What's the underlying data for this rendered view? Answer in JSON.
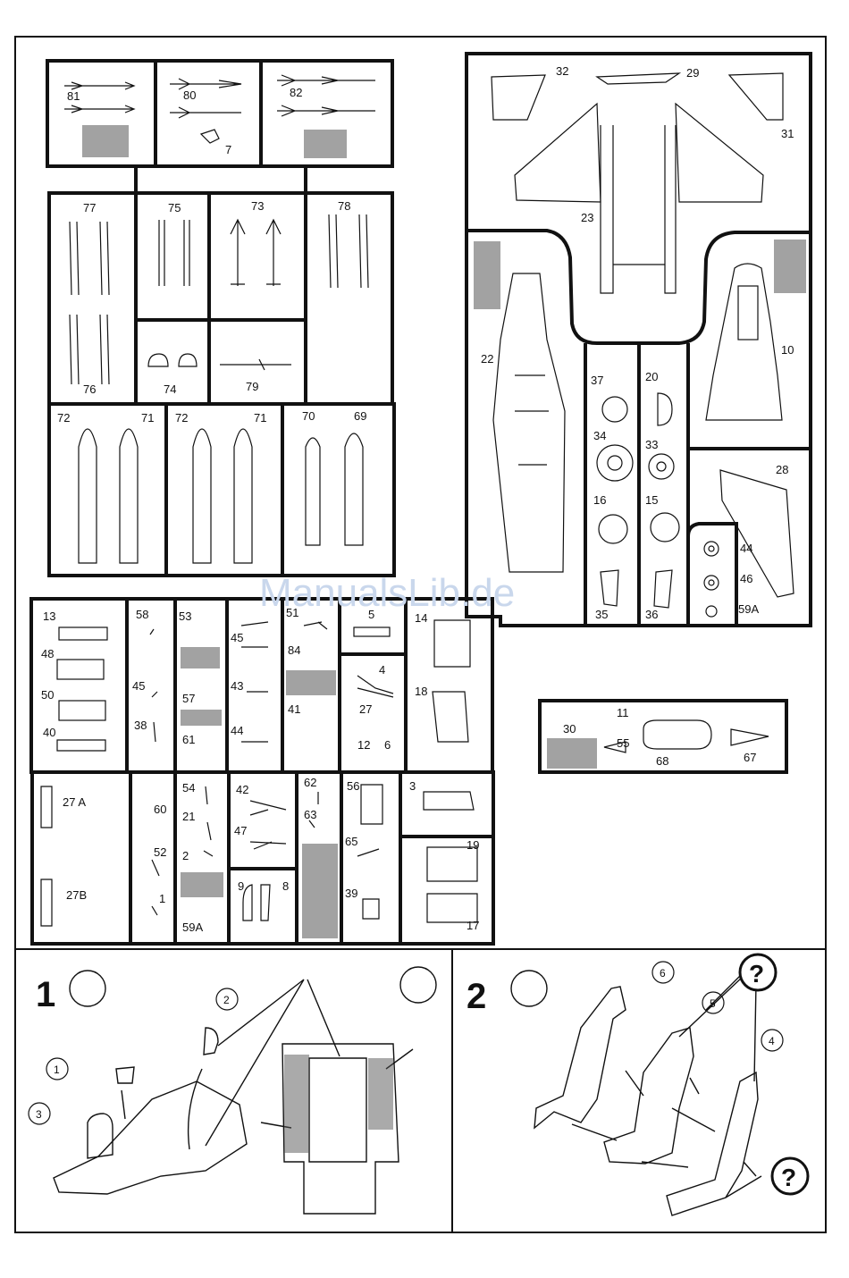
{
  "watermark": "ManualsLib.de",
  "frames": [
    {
      "id": "f31",
      "labels": [
        "81"
      ]
    },
    {
      "id": "f80",
      "labels": [
        "80",
        "7"
      ]
    },
    {
      "id": "f82",
      "labels": [
        "82"
      ]
    },
    {
      "id": "f77",
      "labels": [
        "77",
        "76"
      ]
    },
    {
      "id": "f75",
      "labels": [
        "75"
      ]
    },
    {
      "id": "f73",
      "labels": [
        "73"
      ]
    },
    {
      "id": "f78",
      "labels": [
        "78"
      ]
    },
    {
      "id": "f74",
      "labels": [
        "74"
      ]
    },
    {
      "id": "f79",
      "labels": [
        "79"
      ]
    },
    {
      "id": "f72a",
      "labels": [
        "72",
        "71"
      ]
    },
    {
      "id": "f72b",
      "labels": [
        "72",
        "71"
      ]
    },
    {
      "id": "f70",
      "labels": [
        "70",
        "69"
      ]
    },
    {
      "id": "fbig",
      "labels": [
        "32",
        "29",
        "31",
        "23",
        "22",
        "10"
      ]
    },
    {
      "id": "f37",
      "labels": [
        "37",
        "34",
        "16",
        "35"
      ]
    },
    {
      "id": "f20",
      "labels": [
        "20",
        "33",
        "15",
        "36"
      ]
    },
    {
      "id": "f28",
      "labels": [
        "28"
      ]
    },
    {
      "id": "f44",
      "labels": [
        "44",
        "46",
        "59A"
      ]
    },
    {
      "id": "f30",
      "labels": [
        "30",
        "11",
        "55",
        "68",
        "67"
      ]
    },
    {
      "id": "f13",
      "labels": [
        "13",
        "48",
        "50",
        "40"
      ]
    },
    {
      "id": "f58",
      "labels": [
        "58",
        "45",
        "38"
      ]
    },
    {
      "id": "f53",
      "labels": [
        "53",
        "57",
        "61"
      ]
    },
    {
      "id": "f45",
      "labels": [
        "45",
        "43",
        "44"
      ]
    },
    {
      "id": "f51",
      "labels": [
        "51",
        "84",
        "41"
      ]
    },
    {
      "id": "f5",
      "labels": [
        "5"
      ]
    },
    {
      "id": "f4",
      "labels": [
        "4",
        "27",
        "12",
        "6"
      ]
    },
    {
      "id": "f14",
      "labels": [
        "14",
        "18"
      ]
    },
    {
      "id": "f27",
      "labels": [
        "27 A",
        "27B"
      ]
    },
    {
      "id": "f60",
      "labels": [
        "60",
        "52",
        "1"
      ]
    },
    {
      "id": "f54",
      "labels": [
        "54",
        "21",
        "2"
      ]
    },
    {
      "id": "f59a",
      "labels": [
        "59A"
      ]
    },
    {
      "id": "f42",
      "labels": [
        "42",
        "47"
      ]
    },
    {
      "id": "f9",
      "labels": [
        "9",
        "8"
      ]
    },
    {
      "id": "f62",
      "labels": [
        "62",
        "63"
      ]
    },
    {
      "id": "f56",
      "labels": [
        "56",
        "65",
        "39"
      ]
    },
    {
      "id": "f3",
      "labels": [
        "3"
      ]
    },
    {
      "id": "f19",
      "labels": [
        "19",
        "17"
      ]
    }
  ],
  "steps": [
    {
      "number": "1",
      "callouts": [
        "1",
        "2",
        "3"
      ]
    },
    {
      "number": "2",
      "callouts": [
        "6",
        "5",
        "4"
      ]
    }
  ],
  "glue_mark": "?"
}
